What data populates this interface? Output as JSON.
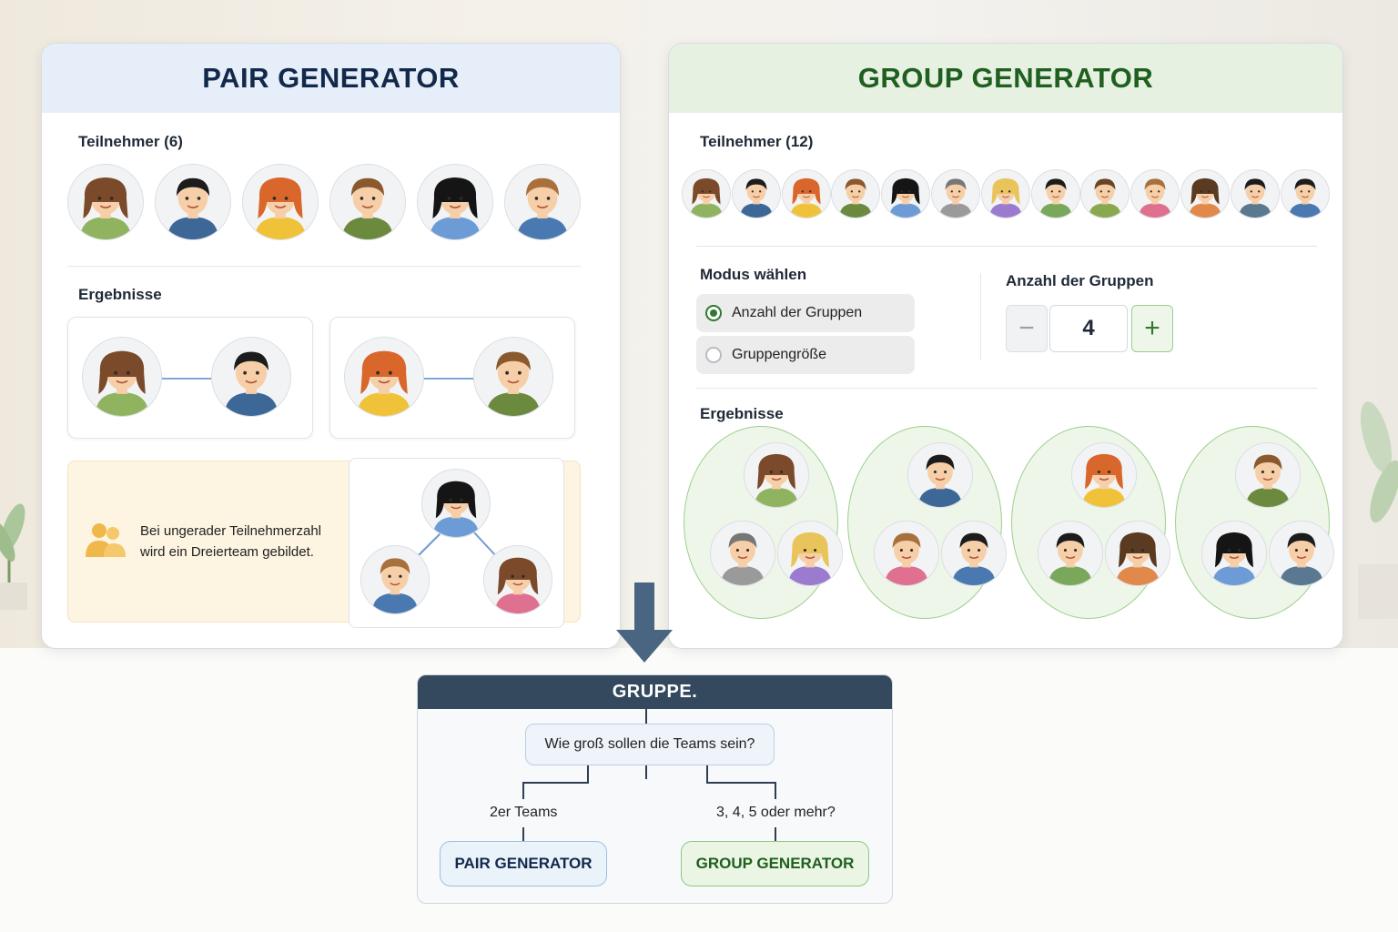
{
  "pair_generator": {
    "title": "PAIR GENERATOR",
    "participants_label": "Teilnehmer (6)",
    "results_label": "Ergebnisse",
    "odd_note_line1": "Bei ungerader Teilnehmerzahl",
    "odd_note_line2": "wird ein Dreierteam gebildet.",
    "participants": [
      {
        "hair": "#7a4a2a",
        "shirt": "#8fb35f",
        "long": true
      },
      {
        "hair": "#1c1c1c",
        "shirt": "#3c6796",
        "long": false
      },
      {
        "hair": "#d9662a",
        "shirt": "#f0c23a",
        "long": true
      },
      {
        "hair": "#8a5a2e",
        "shirt": "#6b8a3e",
        "long": false
      },
      {
        "hair": "#151515",
        "shirt": "#6c9bd6",
        "long": true
      },
      {
        "hair": "#a8703c",
        "shirt": "#4a78b0",
        "long": false
      }
    ],
    "triad": [
      {
        "hair": "#151515",
        "shirt": "#6c9bd6",
        "long": true
      },
      {
        "hair": "#a8703c",
        "shirt": "#4a78b0",
        "long": false
      },
      {
        "hair": "#7a4a2a",
        "shirt": "#df7090",
        "long": true
      }
    ]
  },
  "group_generator": {
    "title": "GROUP GENERATOR",
    "participants_label": "Teilnehmer (12)",
    "mode_label": "Modus wählen",
    "mode_options": [
      {
        "label": "Anzahl der Gruppen",
        "selected": true
      },
      {
        "label": "Gruppengröße",
        "selected": false
      }
    ],
    "count_label": "Anzahl der Gruppen",
    "count_value": "4",
    "minus_label": "−",
    "plus_label": "+",
    "results_label": "Ergebnisse",
    "participants": [
      {
        "hair": "#7a4a2a",
        "shirt": "#8fb35f",
        "long": true
      },
      {
        "hair": "#1c1c1c",
        "shirt": "#3c6796",
        "long": false
      },
      {
        "hair": "#d9662a",
        "shirt": "#f0c23a",
        "long": true
      },
      {
        "hair": "#8a5a2e",
        "shirt": "#6b8a3e",
        "long": false
      },
      {
        "hair": "#151515",
        "shirt": "#6c9bd6",
        "long": true
      },
      {
        "hair": "#777777",
        "shirt": "#9a9a9a",
        "long": false
      },
      {
        "hair": "#e8c45a",
        "shirt": "#9a7bd0",
        "long": true
      },
      {
        "hair": "#1c1c1c",
        "shirt": "#7aa85a",
        "long": false
      },
      {
        "hair": "#6b4424",
        "shirt": "#8aa84e",
        "long": false
      },
      {
        "hair": "#a8703c",
        "shirt": "#df7090",
        "long": false
      },
      {
        "hair": "#5a3a20",
        "shirt": "#e0894a",
        "long": true
      },
      {
        "hair": "#1c1c1c",
        "shirt": "#5a7890",
        "long": false
      },
      {
        "hair": "#1c1c1c",
        "shirt": "#4a78b0",
        "long": false
      }
    ]
  },
  "decision": {
    "title": "GRUPPE.",
    "question": "Wie groß sollen die Teams sein?",
    "left_branch": "2er Teams",
    "right_branch": "3, 4, 5 oder mehr?",
    "left_result": "PAIR GENERATOR",
    "right_result": "GROUP GENERATOR"
  },
  "colors": {
    "pair_accent": "#13294b",
    "group_accent": "#1f5f1f",
    "decision_header": "#34495e"
  }
}
